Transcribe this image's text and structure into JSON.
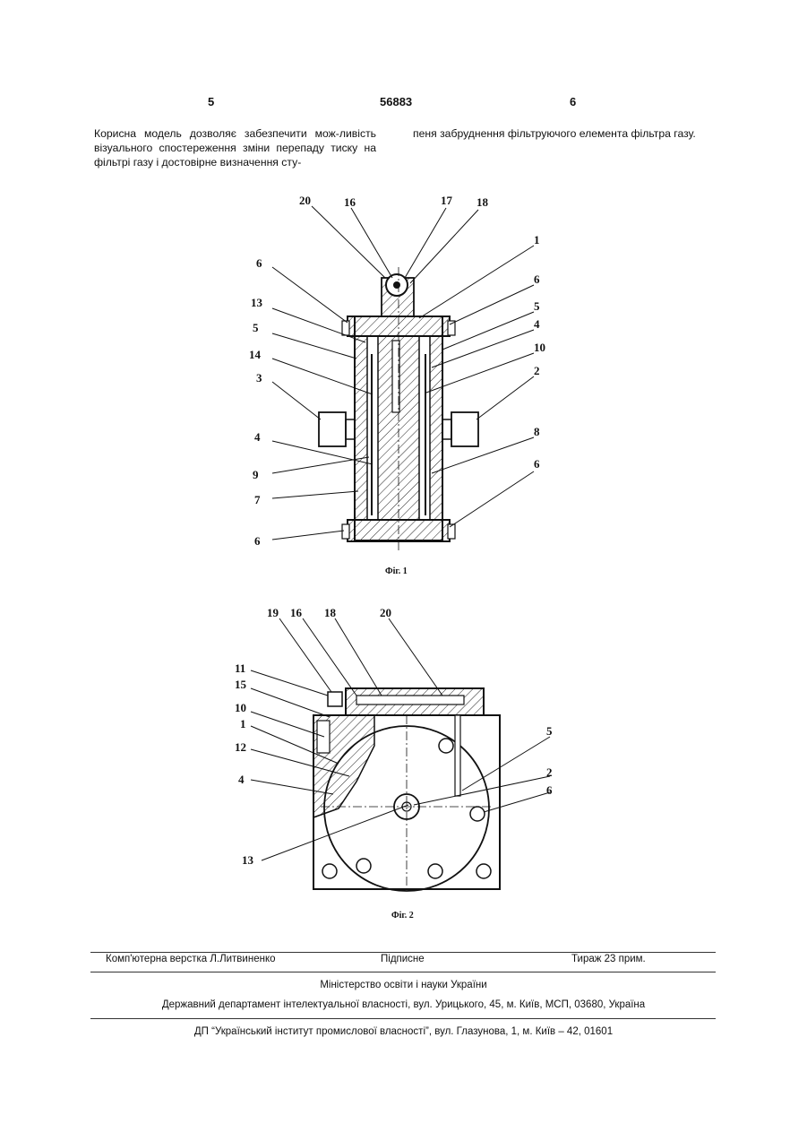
{
  "header": {
    "page_left": "5",
    "patent_no": "56883",
    "page_right": "6"
  },
  "body": {
    "left_column": "Корисна модель дозволяє забезпечити мож-ливість візуального спостереження зміни перепаду тиску на фільтрі газу і достовірне визначення сту-",
    "right_column": "пеня забруднення фільтруючого елемента фільтра газу."
  },
  "figure1": {
    "caption": "Фіг. 1",
    "labels": [
      "20",
      "16",
      "17",
      "18",
      "1",
      "6",
      "6",
      "13",
      "5",
      "5",
      "4",
      "14",
      "10",
      "3",
      "2",
      "4",
      "8",
      "9",
      "6",
      "7",
      "6"
    ]
  },
  "figure2": {
    "caption": "Фіг. 2",
    "labels": [
      "19",
      "16",
      "18",
      "20",
      "11",
      "15",
      "10",
      "1",
      "5",
      "12",
      "2",
      "4",
      "6",
      "13"
    ]
  },
  "footer": {
    "layout": "Комп'ютерна верстка Л.Литвиненко",
    "signed": "Підписне",
    "circulation": "Тираж 23 прим.",
    "ministry": "Міністерство освіти і науки України",
    "department": "Державний департамент інтелектуальної власності, вул. Урицького, 45, м. Київ, МСП, 03680, Україна",
    "institute": "ДП “Український інститут промислової власності”, вул. Глазунова, 1, м. Київ – 42, 01601"
  }
}
